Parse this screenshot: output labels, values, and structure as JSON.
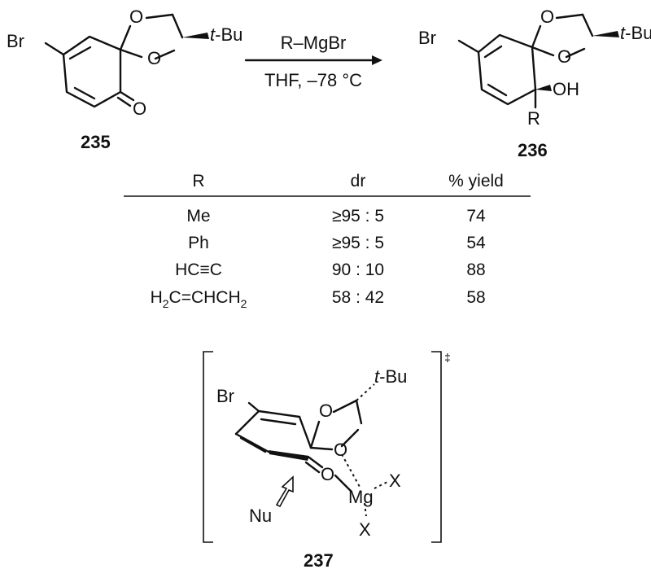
{
  "reagents": {
    "top": "R–MgBr",
    "bottom": "THF, –78 °C"
  },
  "labels": {
    "br": "Br",
    "o": "O",
    "oh": "OH",
    "r": "R",
    "tbu_t": "t",
    "tbu_bu": "-Bu",
    "mg": "Mg",
    "x": "X",
    "nu": "Nu",
    "dagger": "‡"
  },
  "compounds": {
    "start": "235",
    "product": "236",
    "ts": "237"
  },
  "table": {
    "headers": [
      "R",
      "dr",
      "% yield"
    ],
    "rows": [
      {
        "r_main": "Me",
        "r_sub1": "",
        "r_mid": "",
        "r_sub2": "",
        "dr": "≥95 : 5",
        "yield": "74"
      },
      {
        "r_main": "Ph",
        "r_sub1": "",
        "r_mid": "",
        "r_sub2": "",
        "dr": "≥95 : 5",
        "yield": "54"
      },
      {
        "r_main": "HC≡C",
        "r_sub1": "",
        "r_mid": "",
        "r_sub2": "",
        "dr": "90 : 10",
        "yield": "88"
      },
      {
        "r_main": "H",
        "r_sub1": "2",
        "r_mid": "C=CHCH",
        "r_sub2": "2",
        "dr": "58 : 42",
        "yield": "58"
      }
    ]
  }
}
